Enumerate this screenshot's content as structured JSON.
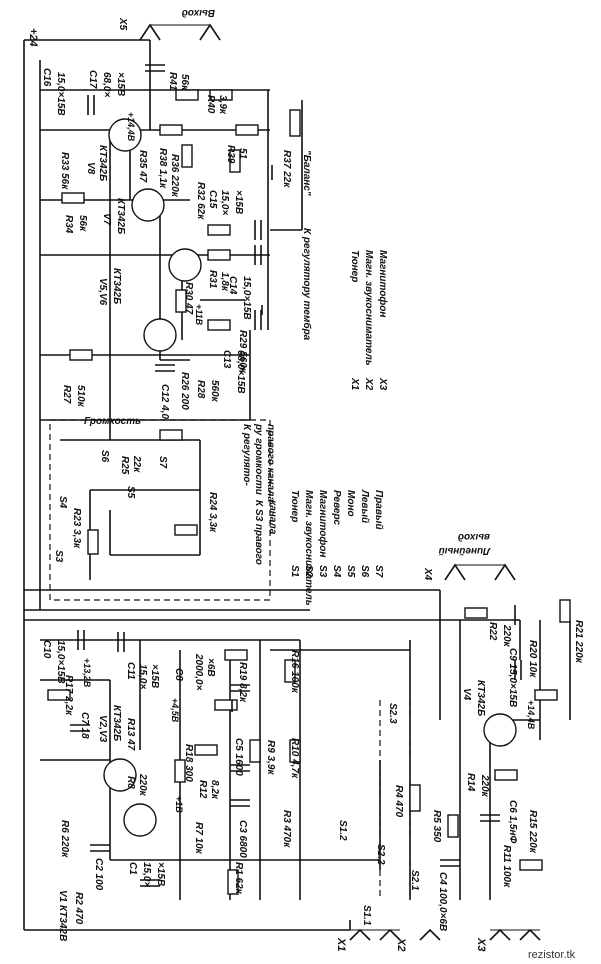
{
  "power": {
    "rail": "+24"
  },
  "connectors": {
    "x5": "X5",
    "x5_port": "Выход",
    "x4": "X4",
    "x4_port_a": "Линейный",
    "x4_port_b": "выход",
    "x1": "X1",
    "x2": "X2",
    "x3": "X3"
  },
  "transistors": {
    "v1": "V1  КТ342В",
    "v2v3": "V2,V3",
    "v2v3_type": "КТ342Б",
    "v4": "V4",
    "v4_type": "КТ342Б",
    "v5v6": "V5,V6",
    "v5v6_type": "КТ342Б",
    "v7": "V7",
    "v7_type": "КТ342Б",
    "v8": "V8",
    "v8_type": "КТ342Б"
  },
  "resistors": {
    "r1": "R1  62к",
    "r2": "R2  470",
    "r3": "R3  470к",
    "r4": "R4  470",
    "r5": "R5  350",
    "r6": "R6  220к",
    "r7": "R7  10к",
    "r8": "R8",
    "r8_val": "220к",
    "r9": "R9  3,9к",
    "r10": "R10  4,7к",
    "r11": "R11  100к",
    "r12": "R12",
    "r12_val": "8,2к",
    "r13": "R13  47",
    "r14": "R14",
    "r14_val": "220к",
    "r15": "R15  220к",
    "r16": "R16  100к",
    "r17": "R17  2,2к",
    "r18": "R18  300",
    "r19": "R19  8,2к",
    "r20": "R20  10к",
    "r21": "R21  220к",
    "r22": "R22",
    "r22_val": "220к",
    "r23": "R23  3,3к",
    "r24": "R24  3,3к",
    "r25": "R25",
    "r25_val": "22к",
    "r26": "R26  200",
    "r27": "R27",
    "r27_val": "510к",
    "r28": "R28",
    "r28_val": "560к",
    "r29": "R29  560к",
    "r30": "R30  47",
    "r31": "R31",
    "r31_val": "1,8к",
    "r32": "R32  62к",
    "r33": "R33  56к",
    "r34": "R34",
    "r34_val": "56к",
    "r35": "R35  47",
    "r36": "R36  220к",
    "r37": "R37  22к",
    "r38": "R38  1,1к",
    "r39": "R39",
    "r39_val": "51",
    "r40": "R40",
    "r40_val": "3,9к",
    "r41": "R41",
    "r41_val": "56к"
  },
  "capacitors": {
    "c1": "C1",
    "c1_val": "15,0×",
    "c1_val2": "×15В",
    "c2": "C2  100",
    "c3": "C3  6800",
    "c4": "C4  100,0×6В",
    "c5": "C5  1600",
    "c6": "C6  1,5нФ",
    "c7": "C7  18",
    "c8": "C8",
    "c8_val": "2000,0×",
    "c8_val2": "×6В",
    "c9": "C9  15,0×15В",
    "c10": "C10",
    "c10_val": "15,0×15В",
    "c11": "C11",
    "c11_val": "15,0×",
    "c11_val2": "×15В",
    "c12": "C12  4,0",
    "c13": "C13",
    "c13_val": "68,0×15В",
    "c14": "C14",
    "c14_val": "15,0×15В",
    "c15": "C15",
    "c15_val": "15,0×",
    "c15_val2": "×15В",
    "c16": "C16",
    "c16_val": "15,0×15В",
    "c17": "C17",
    "c17_val": "68,0×",
    "c17_val2": "×15В"
  },
  "voltages": {
    "v1": "+14,4В",
    "v2": "+13,2В",
    "v3": "+4,5В",
    "v4": "+1В",
    "v5": "+11В",
    "v6": "+14,4В",
    "v7": "+14,4В"
  },
  "switches": {
    "s1_1": "S1.1",
    "s1_2": "S1.2",
    "s2_1": "S2.1",
    "s2_2": "S2.2",
    "s2_3": "S2.3",
    "s3": "S3",
    "s4": "S4",
    "s5": "S5",
    "s6": "S6",
    "s7": "S7"
  },
  "annotations": {
    "volume": "Громкость",
    "to_vol_right": "К регулято-",
    "to_vol_right2": "ру громкости",
    "to_vol_right3": "правого канала",
    "to_s3_right": "К S3 правого",
    "to_s3_right2": "канала",
    "to_tone": "К регулятору тембра",
    "balance": "\"Баланс\""
  },
  "legend_main": {
    "items": [
      {
        "code": "X1",
        "label": "Тюнер"
      },
      {
        "code": "X2",
        "label": "Магн. звукосниматель"
      },
      {
        "code": "X3",
        "label": "Магнитофон"
      }
    ]
  },
  "legend_switches": {
    "items": [
      {
        "code": "S1",
        "label": "Тюнер"
      },
      {
        "code": "S2",
        "label": "Магн. звукосниматель"
      },
      {
        "code": "S3",
        "label": "Магнитофон"
      },
      {
        "code": "S4",
        "label": "Реверс"
      },
      {
        "code": "S5",
        "label": "Моно"
      },
      {
        "code": "S6",
        "label": "Левый"
      },
      {
        "code": "S7",
        "label": "Правый"
      }
    ]
  },
  "watermark": "rezistor.tk"
}
